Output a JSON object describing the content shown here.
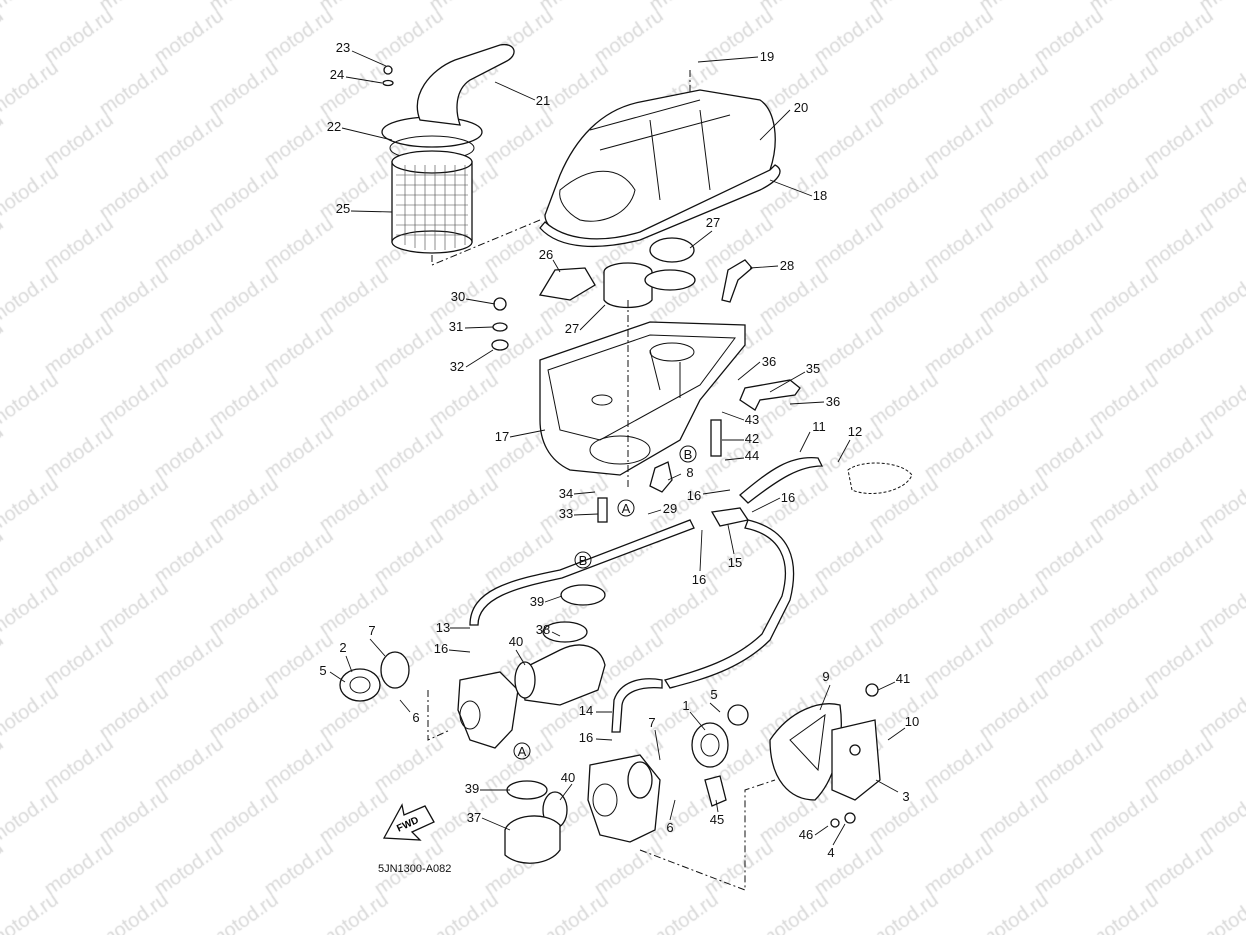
{
  "watermark": "motod.ru",
  "diagram_code": "5JN1300-A082",
  "fwd_label": "FWD",
  "callouts": [
    "23",
    "24",
    "21",
    "22",
    "25",
    "19",
    "20",
    "18",
    "27",
    "26",
    "28",
    "30",
    "31",
    "27",
    "32",
    "36",
    "35",
    "36",
    "17",
    "43",
    "42",
    "11",
    "12",
    "44",
    "8",
    "16",
    "16",
    "34",
    "33",
    "29",
    "15",
    "16",
    "39",
    "13",
    "7",
    "38",
    "40",
    "16",
    "2",
    "5",
    "6",
    "9",
    "41",
    "5",
    "14",
    "1",
    "7",
    "10",
    "16",
    "39",
    "40",
    "3",
    "37",
    "6",
    "45",
    "46",
    "4"
  ],
  "reference_markers": [
    "B",
    "A",
    "B",
    "A"
  ]
}
